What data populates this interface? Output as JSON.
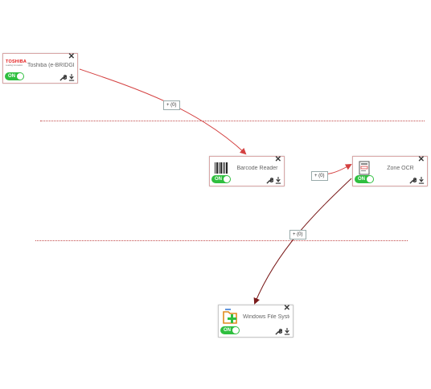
{
  "nodes": {
    "source": {
      "label": "Toshiba (e-BRIDGE)",
      "logo_text": "TOSHIBA",
      "logo_sub": "Leading Innovation",
      "toggle": "ON",
      "on": true
    },
    "barcode": {
      "label": "Barcode Reader",
      "toggle": "ON",
      "on": true
    },
    "zone": {
      "label": "Zone OCR",
      "toggle": "ON",
      "on": true
    },
    "windows": {
      "label": "Windows File System",
      "toggle": "ON",
      "on": true
    }
  },
  "close_glyph": "✕",
  "edges": [
    {
      "from": "source",
      "to": "barcode",
      "label": "+ (0)"
    },
    {
      "from": "barcode",
      "to": "zone",
      "label": "+ (0)"
    },
    {
      "from": "zone",
      "to": "windows",
      "label": "+ (0)"
    }
  ],
  "colors": {
    "edge_red": "#d44040",
    "edge_dark": "#7a1a1a",
    "toggle_on": "#2fbf3f",
    "divider": "#c24a4a"
  }
}
